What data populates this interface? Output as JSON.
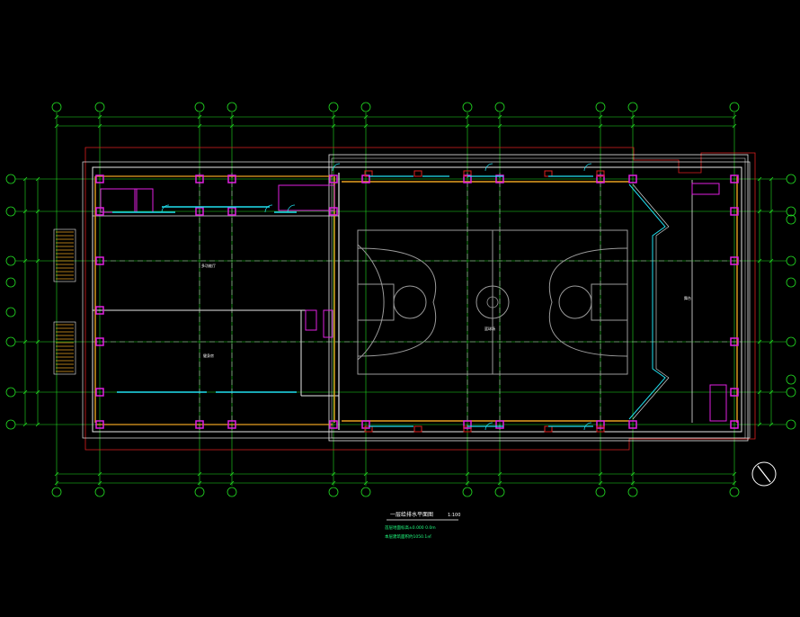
{
  "drawing": {
    "title": "一层给排水平面图",
    "scale": "1:100",
    "note_1": "首层地面标高±0.000 0.0m",
    "note_2": "本层建筑面积约1050.1㎡",
    "room_label_court": "篮球场",
    "room_label_stage": "舞台",
    "room_label_hall_upper": "多功能厅",
    "room_label_hall_lower": "健身房"
  },
  "colors": {
    "background": "#000000",
    "axis_green": "#22dd22",
    "wall_red": "#dd2020",
    "column_magenta": "#e020e0",
    "pipe_orange": "#e8a020",
    "fixture_cyan": "#20e0f0",
    "court_grey": "#9a9a9a",
    "wall_white": "#e8e8e8",
    "dash_white": "#bbbbbb",
    "note_cyan": "#20ff80"
  }
}
